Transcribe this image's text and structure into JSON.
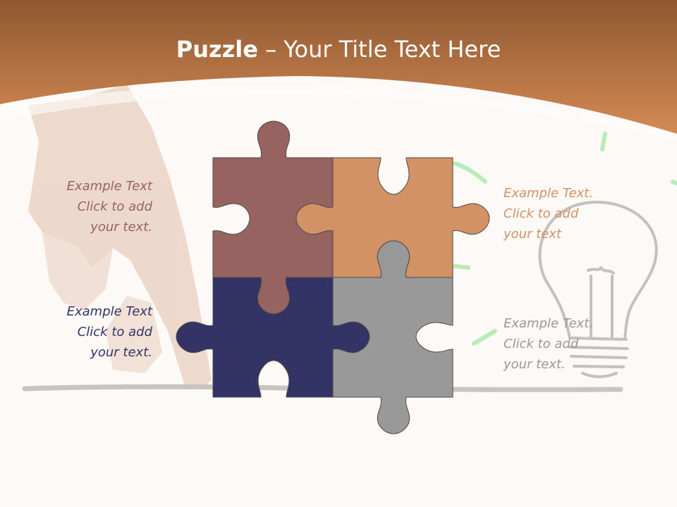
{
  "title": {
    "bold": "Puzzle",
    "rest": " – Your Title Text Here"
  },
  "colors": {
    "header_top": "#8e5831",
    "header_bottom": "#d48a54",
    "background": "#fcf9f6",
    "piece_top_left": "#976361",
    "piece_top_right": "#d39166",
    "piece_bottom_left": "#333366",
    "piece_bottom_right": "#999999",
    "text_top_left": "#976361",
    "text_top_right": "#d39166",
    "text_bottom_left": "#333366",
    "text_bottom_right": "#999999"
  },
  "texts": {
    "top_left": "Example Text\nClick  to add\nyour text.",
    "bottom_left": "Example Text\nClick  to add\nyour text.",
    "top_right": "Example Text.\nClick  to add\nyour text",
    "bottom_right": "Example Text.\nClick  to add\nyour text."
  }
}
